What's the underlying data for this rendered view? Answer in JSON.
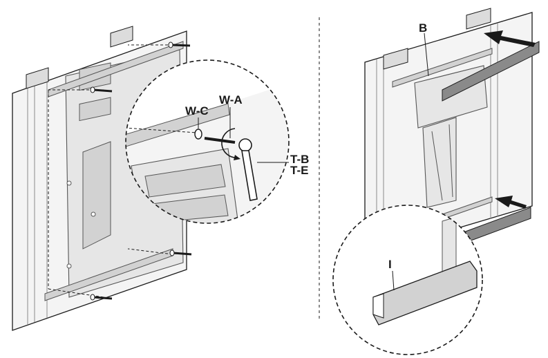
{
  "labels": {
    "washer_c": "W-C",
    "washer_a": "W-A",
    "tool_b": "T-B",
    "tool_e": "T-E",
    "bracket_b": "B",
    "cover_i": "I"
  },
  "colors": {
    "line": "#1a1a1a",
    "wall": "#f4f4f4",
    "panel_light": "#e6e6e6",
    "panel_mid": "#d2d2d2",
    "part_dark": "#8a8a8a",
    "part_mid": "#b4b4b4"
  },
  "icons": [
    "wrench-icon",
    "rotation-arrow-icon",
    "screw-icon",
    "push-arrow-icon"
  ]
}
